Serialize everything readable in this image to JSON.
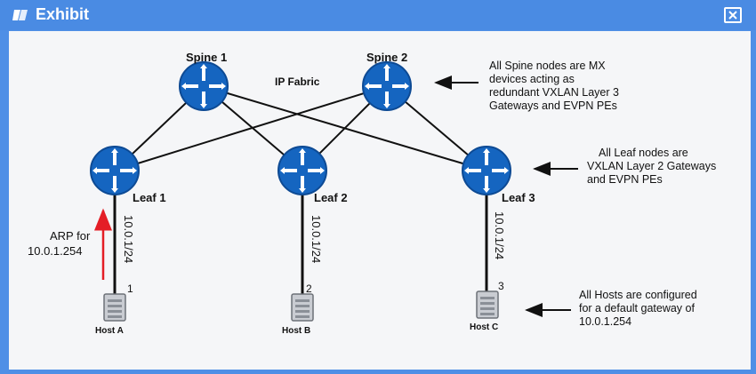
{
  "window": {
    "title": "Exhibit",
    "close_icon": "close-icon",
    "title_icon": "exhibit-icon"
  },
  "colors": {
    "accent": "#4a8be3",
    "router": "#1565c0",
    "arrow_red": "#e41e26",
    "line": "#111111"
  },
  "labels": {
    "ip_fabric": "IP Fabric",
    "spine1": "Spine 1",
    "spine2": "Spine 2",
    "leaf1": "Leaf 1",
    "leaf2": "Leaf 2",
    "leaf3": "Leaf 3",
    "hostA": "Host A",
    "hostB": "Host B",
    "hostC": "Host C",
    "link_a": "10.0.1/24",
    "link_b": "10.0.1/24",
    "link_c": "10.0.1/24",
    "port_a": "1",
    "port_b": "2",
    "port_c": "3",
    "arp_line1": "ARP for",
    "arp_line2": "10.0.1.254"
  },
  "annotations": {
    "spine_note": [
      "All Spine nodes are MX",
      "devices acting as",
      "redundant VXLAN Layer 3",
      "Gateways and EVPN PEs"
    ],
    "leaf_note": [
      "All Leaf nodes are",
      "VXLAN Layer 2 Gateways",
      "and EVPN PEs"
    ],
    "host_note": [
      "All Hosts are configured",
      "for a default gateway of",
      "10.0.1.254"
    ]
  }
}
